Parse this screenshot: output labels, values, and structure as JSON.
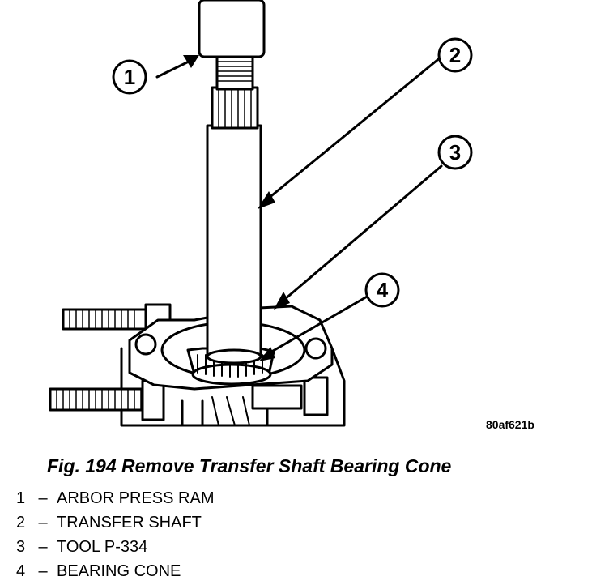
{
  "figure": {
    "image_code": "80af621b",
    "caption": "Fig. 194 Remove Transfer Shaft Bearing Cone",
    "callouts": [
      "1",
      "2",
      "3",
      "4"
    ],
    "legend": [
      {
        "number": "1",
        "separator": "–",
        "label": "ARBOR PRESS RAM"
      },
      {
        "number": "2",
        "separator": "–",
        "label": "TRANSFER SHAFT"
      },
      {
        "number": "3",
        "separator": "–",
        "label": "TOOL P-334"
      },
      {
        "number": "4",
        "separator": "–",
        "label": "BEARING CONE"
      }
    ]
  }
}
